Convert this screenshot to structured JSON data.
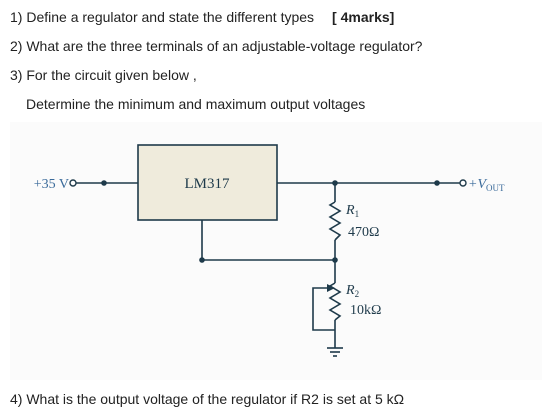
{
  "questions": {
    "q1_text": "1) Define a regulator and state the different types",
    "q1_marks": "[ 4marks]",
    "q2_text": "2) What are the three terminals of an adjustable-voltage regulator?",
    "q3_text": "3) For the circuit given below ,",
    "q3_sub": "Determine the minimum and maximum output voltages",
    "q4_text": "4) What is the output voltage of the regulator if R2 is set at 5 kΩ"
  },
  "circuit": {
    "input_label": "+35 V",
    "ic_label": "LM317",
    "r1_name": "R",
    "r1_sub": "1",
    "r1_value": "470Ω",
    "r2_name": "R",
    "r2_sub": "2",
    "r2_value": "10kΩ",
    "output_label": "+V",
    "output_sub": "OUT",
    "ic_fill": "#efebdc",
    "line_color": "#1e3a4a",
    "label_color": "#3a6a9a"
  }
}
